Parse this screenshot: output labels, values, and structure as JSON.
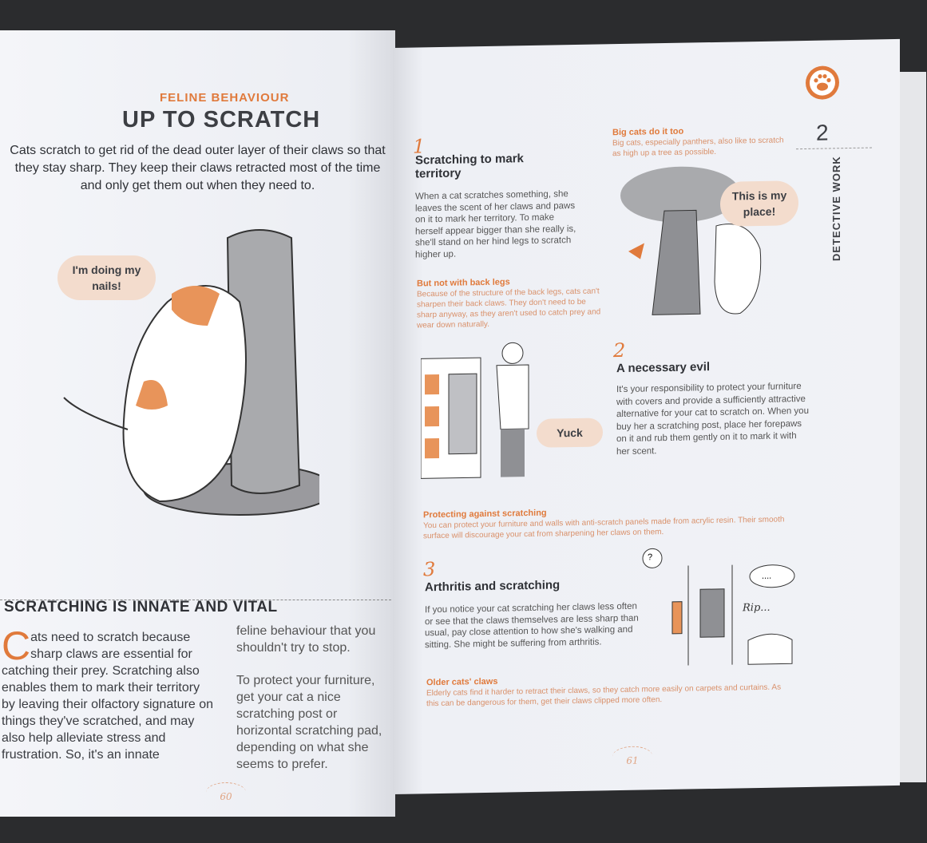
{
  "left_page": {
    "kicker": "FELINE BEHAVIOUR",
    "title": "UP TO SCRATCH",
    "intro": "Cats scratch to get rid of the dead outer layer of their claws so that they stay sharp. They keep their claws retracted most of the time and only get them out when they need to.",
    "bubble": "I'm doing my nails!",
    "section_title": "SCRATCHING IS INNATE AND VITAL",
    "dropcap": "C",
    "col1": "ats need to scratch because sharp claws are essential for catching their prey. Scratching also enables them to mark their territory by leaving their olfactory signature on things they've scratched, and may also help alleviate stress and frustration. So, it's an innate",
    "col2a": "feline behaviour that you shouldn't try to stop.",
    "col2b": "To protect your furniture, get your cat a nice scratching post or horizontal scratching pad, depending on what she seems to prefer.",
    "page_number": "60"
  },
  "right_page": {
    "chapter_number": "2",
    "chapter_label": "DETECTIVE WORK",
    "s1": {
      "num": "1",
      "title": "Scratching to mark territory",
      "body": "When a cat scratches something, she leaves the scent of her claws and paws on it to mark her territory. To make herself appear bigger than she really is, she'll stand on her hind legs to scratch higher up."
    },
    "note_big": {
      "title": "Big cats do it too",
      "body": "Big cats, especially panthers, also like to scratch as high up a tree as possible."
    },
    "bubble_place": "This is my place!",
    "note_back": {
      "title": "But not with back legs",
      "body": "Because of the structure of the back legs, cats can't sharpen their back claws. They don't need to be sharp anyway, as they aren't used to catch prey and wear down naturally."
    },
    "s2": {
      "num": "2",
      "title": "A necessary evil",
      "body": "It's your responsibility to protect your furniture with covers and provide a sufficiently attractive alternative for your cat to scratch on. When you buy her a scratching post, place her forepaws on it and rub them gently on it to mark it with her scent."
    },
    "bubble_yuck": "Yuck",
    "note_protect": {
      "title": "Protecting against scratching",
      "body": "You can protect your furniture and walls with anti-scratch panels made from acrylic resin. Their smooth surface will discourage your cat from sharpening her claws on them."
    },
    "s3": {
      "num": "3",
      "title": "Arthritis and scratching",
      "body": "If you notice your cat scratching her claws less often or see that the claws themselves are less sharp than usual, pay close attention to how she's walking and sitting. She might be suffering from arthritis."
    },
    "rip": "Rip...",
    "question": "?",
    "dots": "....",
    "note_older": {
      "title": "Older cats' claws",
      "body": "Elderly cats find it harder to retract their claws, so they catch more easily on carpets and curtains. As this can be dangerous for them, get their claws clipped more often."
    },
    "page_number": "61"
  },
  "colors": {
    "accent": "#e07a3c",
    "bubble": "#f3dccd",
    "ink": "#3d3f44"
  }
}
